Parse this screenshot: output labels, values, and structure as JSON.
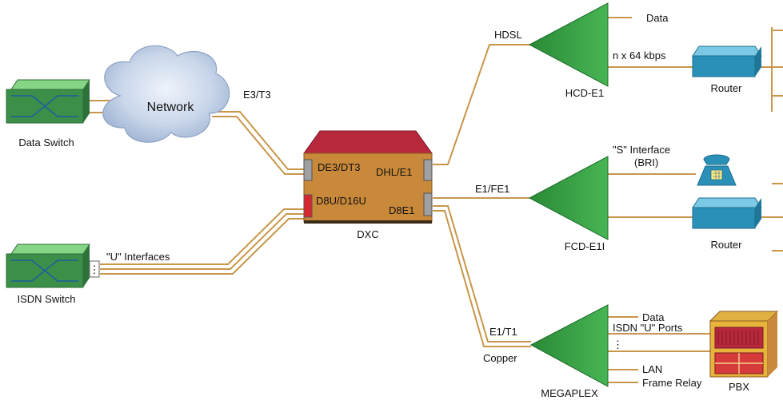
{
  "colors": {
    "wire": "#c8964a",
    "device_body": "#c9893a",
    "device_top": "#b8283c",
    "amplifier": "#2f9a3d",
    "switch_top": "#7fd07f",
    "switch_front": "#3b8f48",
    "router_blue": "#2a90b8",
    "port_grey": "#a0a0a0",
    "port_red": "#d8262e"
  },
  "devices": {
    "data_switch": "Data Switch",
    "network": "Network",
    "isdn_switch": "ISDN Switch",
    "dxc": "DXC",
    "hcd": "HCD-E1",
    "fcd": "FCD-E1I",
    "megaplex": "MEGAPLEX",
    "router_top": "Router",
    "router_mid": "Router",
    "pbx": "PBX"
  },
  "ports": {
    "de3": "DE3/DT3",
    "dhl": "DHL/E1",
    "d8u": "D8U/D16U",
    "d8e1": "D8E1"
  },
  "links": {
    "e3t3": "E3/T3",
    "u_interfaces": "\"U\" Interfaces",
    "hdsl": "HDSL",
    "e1fe1": "E1/FE1",
    "e1t1": "E1/T1",
    "copper": "Copper",
    "data_top": "Data",
    "nx64": "n x 64 kbps",
    "s_interface": "\"S\" Interface",
    "bri": "(BRI)",
    "data_bottom": "Data",
    "isdn_u_ports": "ISDN \"U\" Ports",
    "lan": "LAN",
    "frame_relay": "Frame Relay",
    "ellipsis": "⋮"
  }
}
